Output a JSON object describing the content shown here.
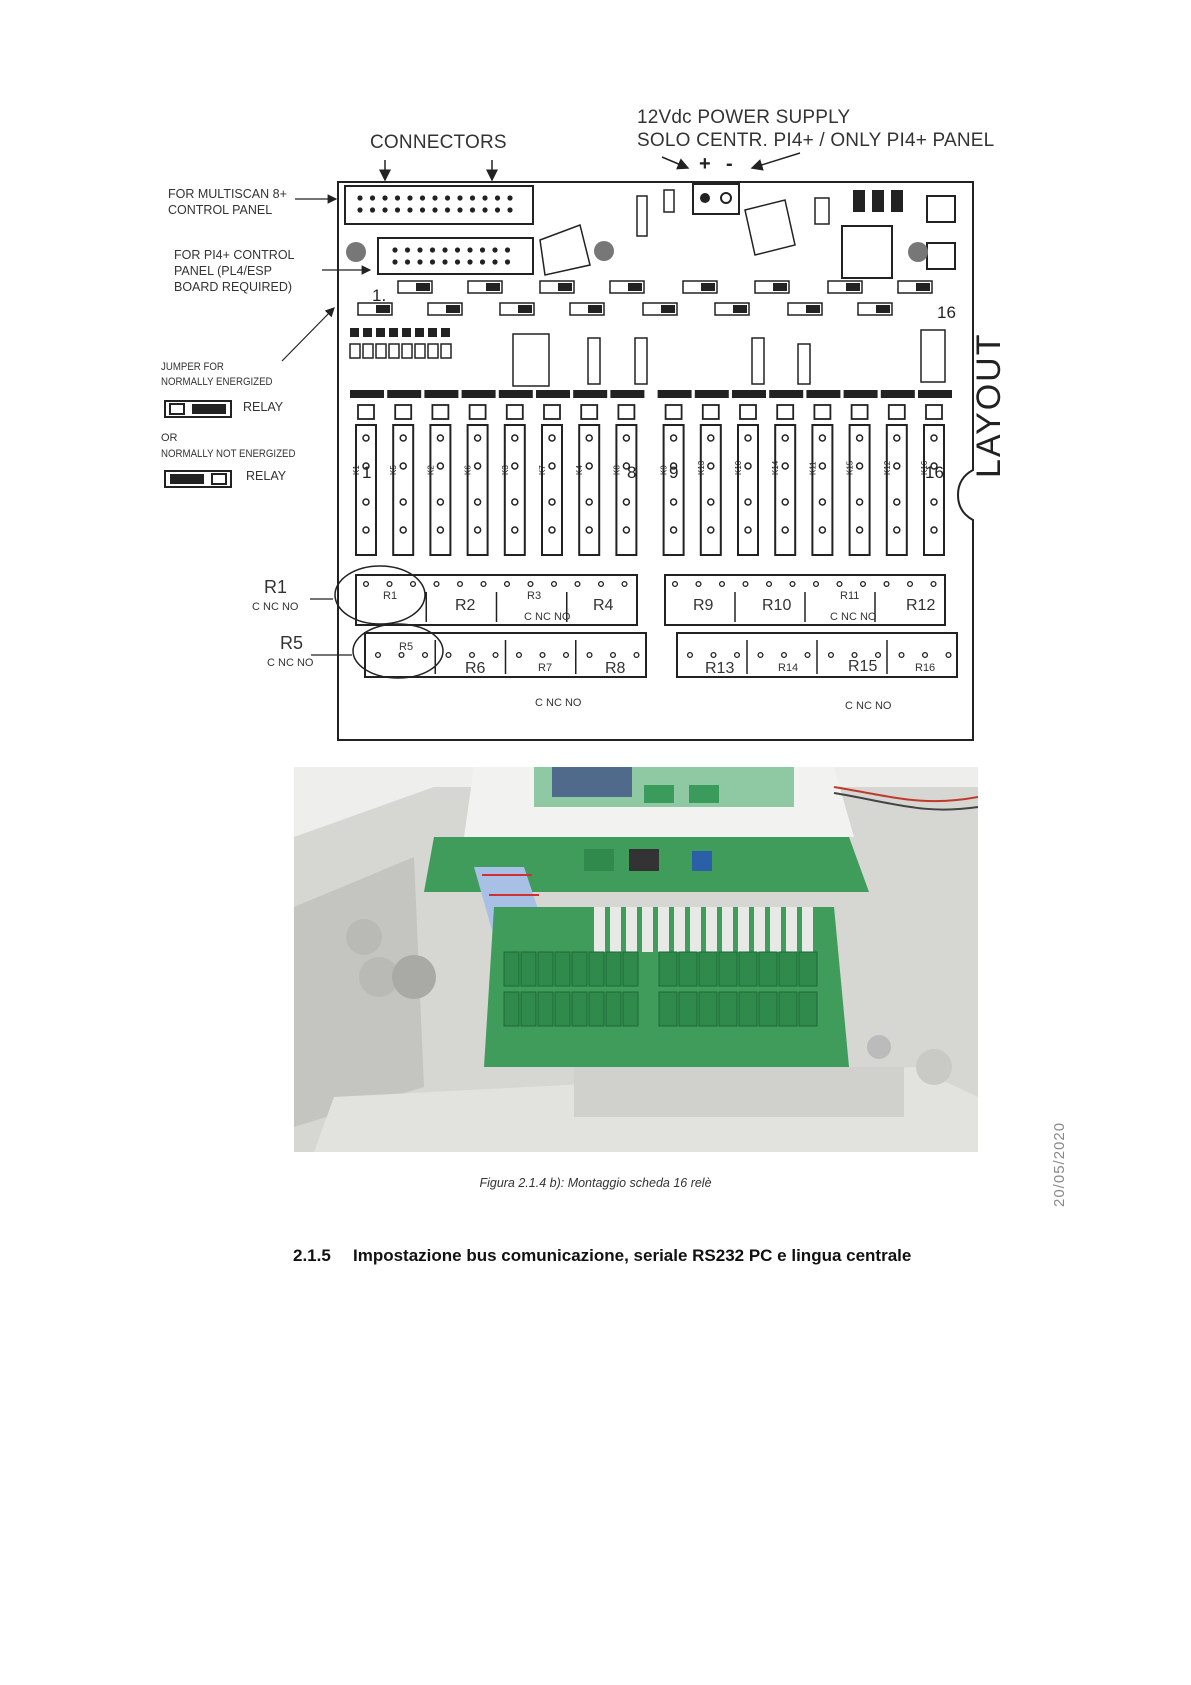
{
  "diagram": {
    "title_power": "12Vdc POWER SUPPLY",
    "power_note": "SOLO CENTR. PI4+ / ONLY PI4+ PANEL",
    "plus": "+",
    "minus": "-",
    "connectors": "CONNECTORS",
    "multiscan_line1": "FOR MULTISCAN 8+",
    "multiscan_line2": "CONTROL PANEL",
    "pi4_line1": "FOR PI4+ CONTROL",
    "pi4_line2": "PANEL (PL4/ESP",
    "pi4_line3": "BOARD REQUIRED)",
    "jumper_line1": "JUMPER FOR",
    "jumper_line2": "NORMALLY ENERGIZED",
    "relay_label": "RELAY",
    "or_label": "OR",
    "not_energized": "NORMALLY NOT ENERGIZED",
    "relay_label_2": "RELAY",
    "layout_word": "LAYOUT",
    "jumper_index_first": "1.",
    "jumper_index_last": "16",
    "relay_numbers": [
      "1",
      "8",
      "9",
      "16"
    ],
    "relay_codes": [
      "K1",
      "K5",
      "K2",
      "K6",
      "K3",
      "K7",
      "K4",
      "K8",
      "K9",
      "K13",
      "K10",
      "K14",
      "K11",
      "K15",
      "K12",
      "K16"
    ],
    "r1_label": "R1",
    "r5_label": "R5",
    "cnc_label": "C  NC NO",
    "cnc_label_2": "C  NC NO",
    "top_terminals": [
      "R1",
      "R2",
      "R3",
      "R4",
      "R9",
      "R10",
      "R11",
      "R12"
    ],
    "bottom_terminals": [
      "R5",
      "R6",
      "R7",
      "R8",
      "R13",
      "R14",
      "R15",
      "R16"
    ],
    "r3_sub": "C NC NO",
    "r11_sub": "C NC NO",
    "bottom_cnc_left": "C  NC NO",
    "bottom_cnc_right": "C  NC NO"
  },
  "figure": {
    "caption": "Figura 2.1.4 b): Montaggio scheda 16 relè"
  },
  "section": {
    "number": "2.1.5",
    "title": "Impostazione bus comunicazione, seriale RS232 PC e lingua centrale"
  },
  "side_date": "20/05/2020",
  "colors": {
    "pcb_green": "#3f9c5a",
    "terminal_green": "#2f8a4c",
    "case_grey": "#d9d9d6"
  }
}
